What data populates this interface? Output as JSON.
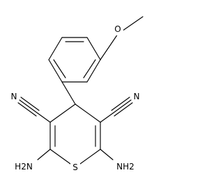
{
  "molecule": {
    "atoms": {
      "methoxy_oxygen": "O",
      "left_nitrile_nitrogen": "N",
      "right_nitrile_nitrogen": "N",
      "left_amino": "H2N",
      "right_amino": "NH2",
      "ring_sulfur": "S"
    }
  }
}
